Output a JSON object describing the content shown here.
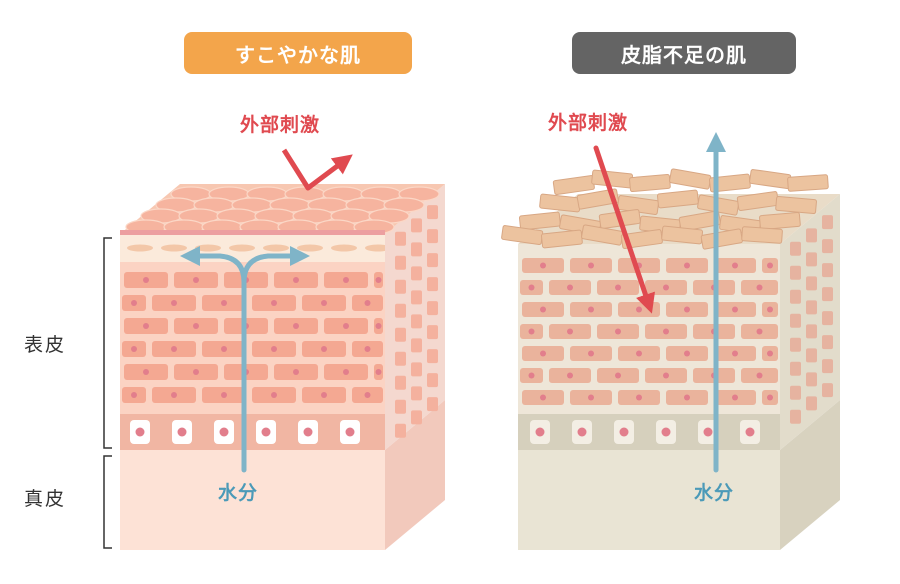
{
  "panels": {
    "healthy": {
      "title": "すこやかな肌",
      "title_color": "#f3a54b",
      "stimulus_label": "外部刺激",
      "water_label": "水分"
    },
    "dry": {
      "title": "皮脂不足の肌",
      "title_color": "#646464",
      "stimulus_label": "外部刺激",
      "water_label": "水分"
    }
  },
  "side_labels": {
    "epidermis": "表皮",
    "dermis": "真皮"
  },
  "colors": {
    "stimulus_arrow": "#e04a50",
    "water_arrow": "#7fb4c8",
    "healthy_cell": "#f4b59c",
    "healthy_bg": "#fde2d6",
    "dry_cell": "#eab39c",
    "dry_bg": "#e9e4d4"
  }
}
